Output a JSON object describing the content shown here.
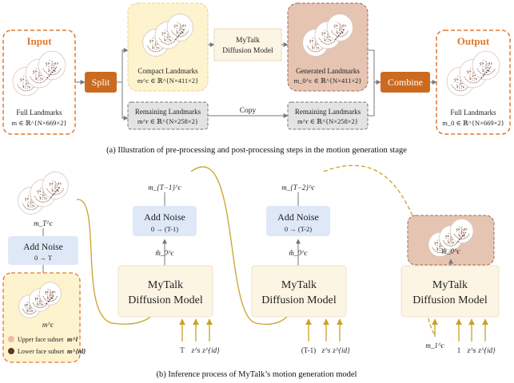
{
  "top": {
    "input_title": "Input",
    "input_caption": "Full Landmarks",
    "input_formula": "m ∈ ℝ^{N×669×2}",
    "split_label": "Split",
    "compact_caption": "Compact Landmarks",
    "compact_formula": "m^c ∈ ℝ^{N×411×2}",
    "model_line1": "MyTalk",
    "model_line2": "Diffusion Model",
    "generated_caption": "Generated Landmarks",
    "generated_formula": "m_0^c ∈ ℝ^{N×411×2}",
    "remaining_caption": "Remaining Landmarks",
    "remaining_formula": "m^r ∈ ℝ^{N×258×2}",
    "remaining_out_caption": "Remaining Landmarks",
    "remaining_out_formula": "m^r ∈ ℝ^{N×258×2}",
    "copy_label": "Copy",
    "combine_label": "Combine",
    "output_title": "Output",
    "output_caption": "Full Landmarks",
    "output_formula": "m_0 ∈ ℝ^{N×669×2}",
    "caption": "(a) Illustration of pre-processing and post-processing steps in the motion generation stage"
  },
  "bottom": {
    "mT_label": "m_T^c",
    "add_noise_left": "Add Noise",
    "add_noise_left_range": "0 → T",
    "mc_label": "m^c",
    "legend_upper": "Upper face subset",
    "legend_upper_sym": "m^l",
    "legend_lower": "Lower face subset",
    "legend_lower_sym": "m^{nl}",
    "step1_top": "m_{T−1}^c",
    "step1_noise": "Add Noise",
    "step1_range": "0 → (T-1)",
    "step1_pred": "m̂_0^c",
    "step1_model1": "MyTalk",
    "step1_model2": "Diffusion Model",
    "step1_in1": "T",
    "step1_in2": "z^s",
    "step1_in3": "z^{id}",
    "step2_top": "m_{T−2}^c",
    "step2_noise": "Add Noise",
    "step2_range": "0 → (T-2)",
    "step2_pred": "m̂_0^c",
    "step2_model1": "MyTalk",
    "step2_model2": "Diffusion Model",
    "step2_in1": "(T-1)",
    "step2_in2": "z^s",
    "step2_in3": "z^{id}",
    "step3_pred": "m̂_0^c",
    "step3_model1": "MyTalk",
    "step3_model2": "Diffusion Model",
    "step3_in0": "m_1^c",
    "step3_in1": "1",
    "step3_in2": "z^s",
    "step3_in3": "z^{id}",
    "caption": "(b) Inference process of MyTalk’s motion generation model"
  },
  "colors": {
    "orange": "#e07a2f",
    "split_fill": "#cc6a1f",
    "yellow_fill": "#fdf3cf",
    "brown_fill": "#e6c4b2",
    "gray_fill": "#e3e3e3",
    "noise_fill": "#dfe8f6",
    "model_fill": "#fdf5e4",
    "arrow_gold": "#c9a227"
  }
}
